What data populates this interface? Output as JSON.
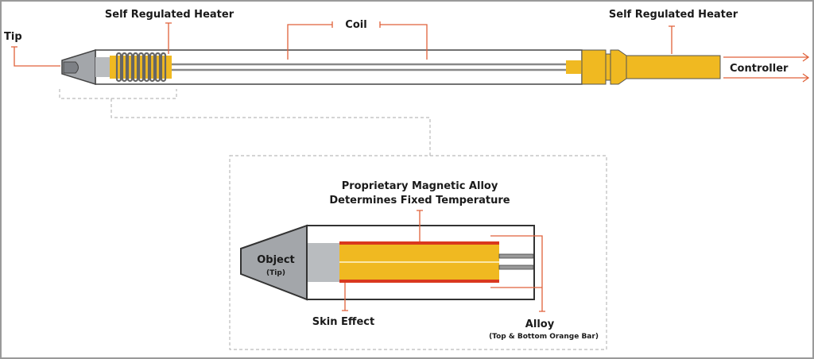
{
  "labels": {
    "tip": "Tip",
    "heater_left": "Self Regulated Heater",
    "coil": "Coil",
    "heater_right": "Self Regulated Heater",
    "controller": "Controller"
  },
  "detail": {
    "alloy_title_line1": "Proprietary Magnetic Alloy",
    "alloy_title_line2": "Determines Fixed Temperature",
    "object": "Object",
    "object_sub": "(Tip)",
    "skin_effect": "Skin Effect",
    "alloy": "Alloy",
    "alloy_sub": "(Top & Bottom Orange Bar)"
  },
  "colors": {
    "heater_yellow": "#f0b921",
    "callout_orange": "#e0623a",
    "alloy_red": "#d9381e",
    "tip_gray": "#9a9ea3",
    "outline": "#333333"
  }
}
